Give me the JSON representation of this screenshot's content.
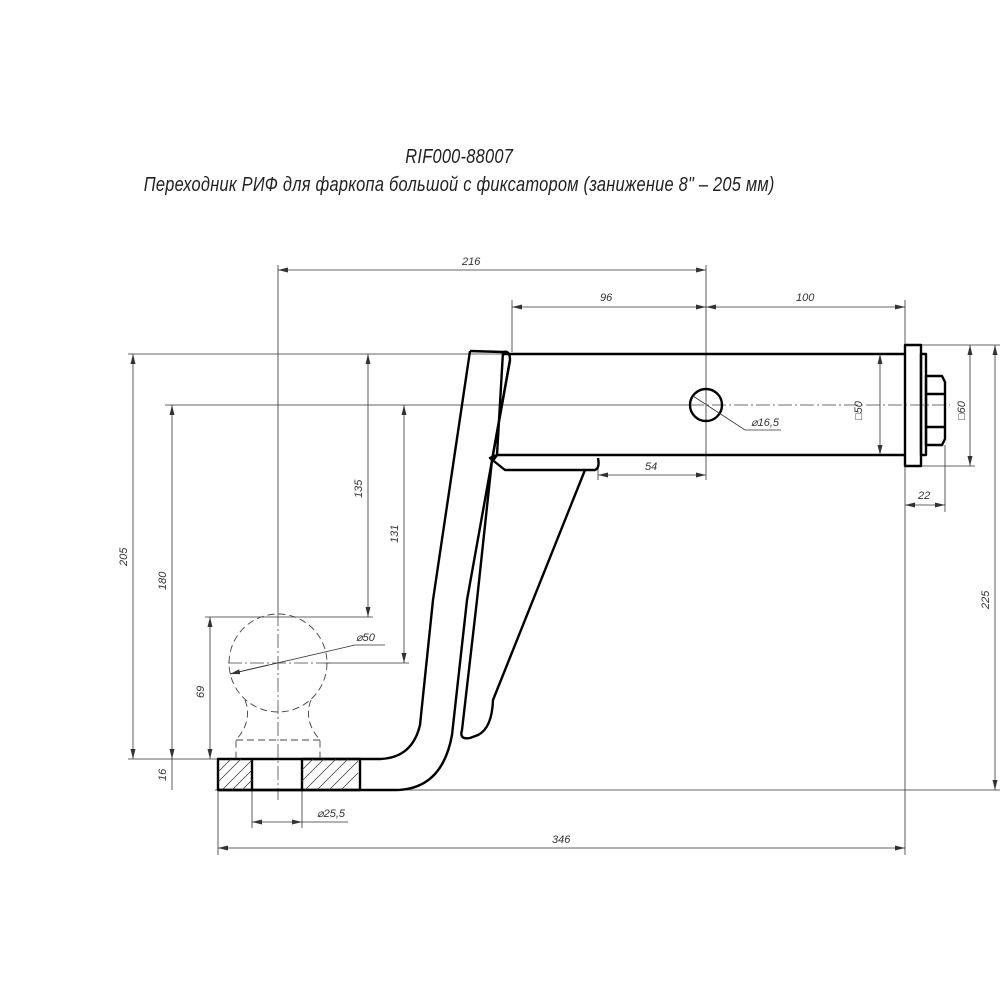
{
  "title": {
    "part_number": "RIF000-88007",
    "description": "Переходник РИФ для фаркопа большой с фиксатором (занижение 8\" – 205 мм)"
  },
  "dimensions": {
    "d216": "216",
    "d96": "96",
    "d100": "100",
    "d205": "205",
    "d180": "180",
    "d135": "135",
    "d131": "131",
    "d69": "69",
    "d16": "16",
    "ball_dia": "⌀50",
    "hole_dia": "⌀25,5",
    "pin_hole_dia": "⌀16,5",
    "d54": "54",
    "sq50": "□50",
    "sq60": "□60",
    "d22": "22",
    "d225": "225",
    "d346": "346"
  }
}
